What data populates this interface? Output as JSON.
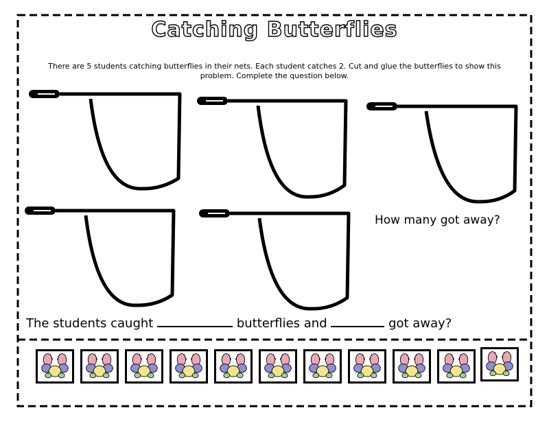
{
  "worksheet": {
    "title": "Catching Butterflies",
    "instructions": "There are 5 students catching butterflies in their nets.  Each student catches 2.  Cut and glue the butterflies to show this problem.  Complete the question below.",
    "question": "How many got away?",
    "sentence": {
      "part1": "The students caught",
      "part2": "butterflies and",
      "part3": "got away?"
    }
  },
  "nets": {
    "count": 5
  },
  "butterflies": {
    "count": 11
  },
  "colors": {
    "ink": "#000000",
    "wing_pink": "#e8a7b4",
    "wing_purple": "#8e8fd6",
    "wing_green": "#9ed39a",
    "body_yellow": "#f3e58a"
  }
}
